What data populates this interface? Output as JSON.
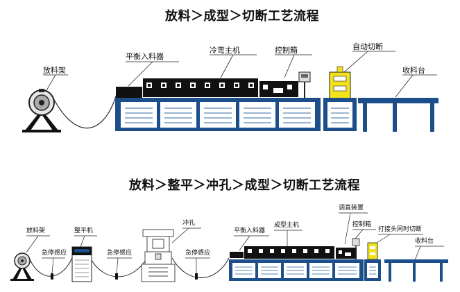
{
  "line1": {
    "title": "放料＞成型＞切断工艺流程",
    "labels": {
      "decoiler": "放料架",
      "feeder": "平衡入料器",
      "roll_former": "冷弯主机",
      "control_box": "控制箱",
      "auto_cutter": "自动切断",
      "runout_table": "收料台"
    }
  },
  "line2": {
    "title": "放料＞整平＞冲孔＞成型＞切断工艺流程",
    "labels": {
      "decoiler": "放料架",
      "sensor_1": "急停感应",
      "leveler": "整平机",
      "sensor_2": "急停感应",
      "punch": "冲孔",
      "sensor_3": "急停感应",
      "feeder": "平衡入料器",
      "main_former": "成型主机",
      "straightener": "调直装置",
      "control_box": "控制箱",
      "cutter": "打接头同时切断",
      "runout_table": "收料台"
    }
  },
  "colors": {
    "machine_blue": "#1c4f8a",
    "stripe_blue": "#5b86b5",
    "panel_fill": "#ffffff",
    "roller_dark": "#111111",
    "cutter_yellow": "#f2e21b",
    "line": "#222222"
  }
}
